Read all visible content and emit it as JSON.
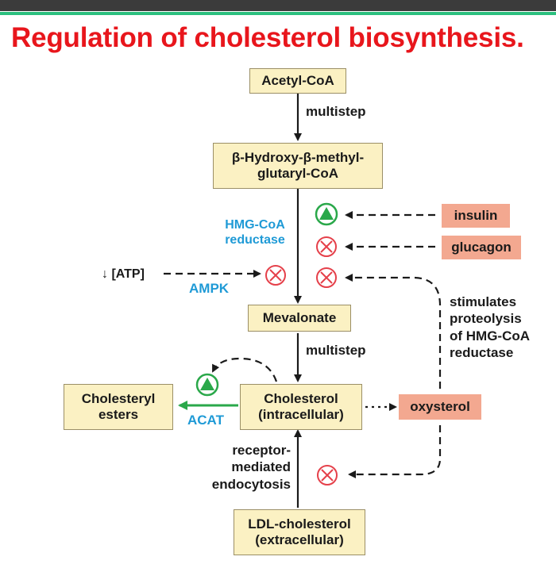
{
  "title": "Regulation of cholesterol biosynthesis.",
  "nodes": {
    "acetyl_coa": "Acetyl-CoA",
    "hmg_coa_line1": "β-Hydroxy-β-methyl-",
    "hmg_coa_line2": "glutaryl-CoA",
    "mevalonate": "Mevalonate",
    "cholesterol_line1": "Cholesterol",
    "cholesterol_line2": "(intracellular)",
    "cholesteryl_line1": "Cholesteryl",
    "cholesteryl_line2": "esters",
    "ldl_line1": "LDL-cholesterol",
    "ldl_line2": "(extracellular)"
  },
  "regulators": {
    "insulin": "insulin",
    "glucagon": "glucagon",
    "oxysterol": "oxysterol"
  },
  "labels": {
    "multistep_1": "multistep",
    "multistep_2": "multistep",
    "hmg_reductase_line1": "HMG-CoA",
    "hmg_reductase_line2": "reductase",
    "atp": "↓ [ATP]",
    "ampk": "AMPK",
    "acat": "ACAT",
    "stimulates_line1": "stimulates",
    "stimulates_line2": "proteolysis",
    "stimulates_line3": "of HMG-CoA",
    "stimulates_line4": "reductase",
    "receptor_line1": "receptor-",
    "receptor_line2": "mediated",
    "receptor_line3": "endocytosis"
  },
  "colors": {
    "title": "#e8161c",
    "enzyme_label": "#1f9ad6",
    "activation": "#2aa84a",
    "inhibition": "#e5404a",
    "node_fill": "#fbf1c3",
    "regulator_fill": "#f3a890"
  },
  "icons": {
    "activation": "green-triangle-activation-icon",
    "inhibition": "red-circle-x-inhibition-icon"
  }
}
